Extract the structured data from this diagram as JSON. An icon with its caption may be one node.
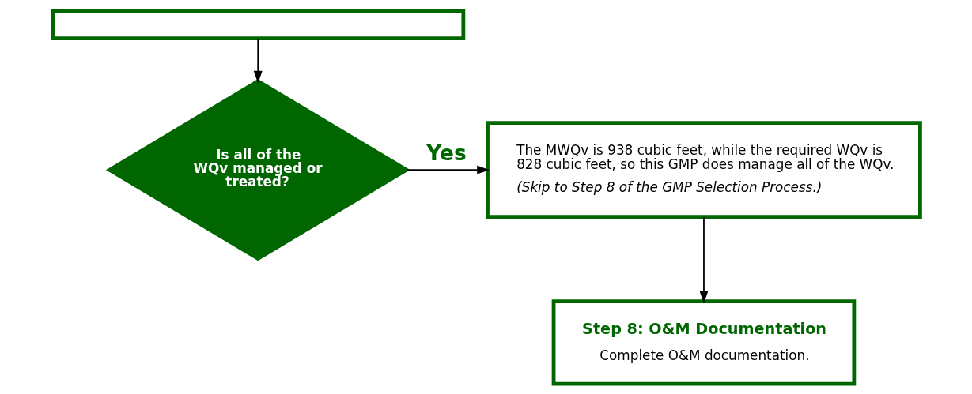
{
  "diagram": {
    "nodes": [
      {
        "text": [],
        "shape": "box"
      },
      {
        "text": [
          "Is all of the WQv managed or treated?"
        ]
      },
      {
        "text": [
          "The MWQv is 938 cubic feet, while the required WQv is 828 cubic feet, so this GMP does manage all of the WQv.",
          "(Skip to Step 8 of the GMP Selection Process.)"
        ]
      },
      {
        "text": [
          "Step 8: O&M Documentation",
          "Complete O&M documentation."
        ]
      }
    ],
    "edges": [
      {
        "from": 0,
        "to": 1,
        "arrow": "to"
      },
      {
        "from": 1,
        "to": 2,
        "arrow": "to",
        "label": "Yes"
      },
      {
        "from": 2,
        "to": 3,
        "arrow": "to"
      }
    ]
  }
}
